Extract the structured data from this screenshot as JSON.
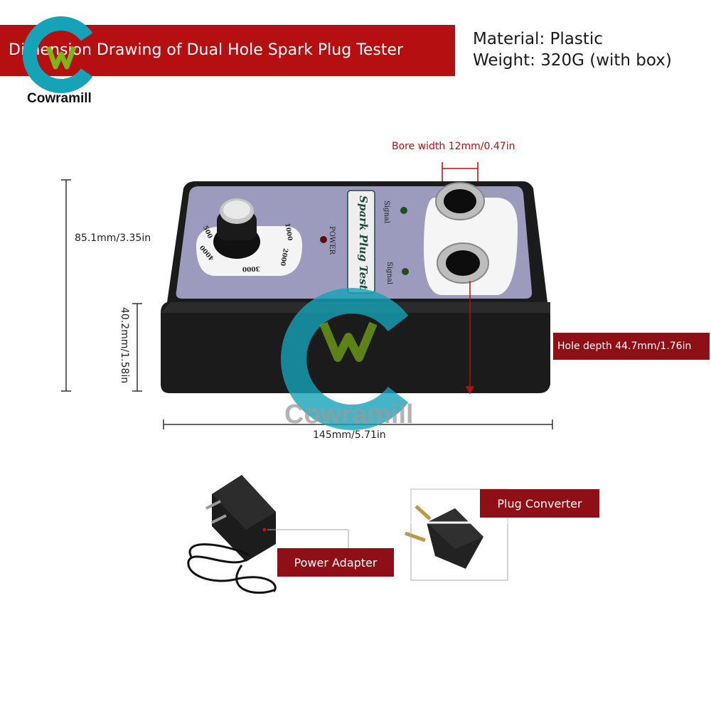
{
  "header": {
    "title": "Dimension Drawing of Dual Hole Spark Plug Tester",
    "material": "Material: Plastic",
    "weight": "Weight: 320G (with box)"
  },
  "brand": {
    "name": "Cowramill",
    "watermark": "Cowramill"
  },
  "device": {
    "label": "Spark Plug Tester",
    "power_label": "POWER",
    "signal_label_1": "Signal",
    "signal_label_2": "Signal",
    "dial_marks": [
      "500",
      "1000",
      "2000",
      "3000",
      "4000"
    ]
  },
  "dimensions": {
    "bore_width": "Bore width 12mm/0.47in",
    "height_total": "85.1mm/3.35in",
    "height_body": "40.2mm/1.58in",
    "hole_depth": "Hole depth 44.7mm/1.76in",
    "length": "145mm/5.71in"
  },
  "accessories": {
    "power_adapter": "Power Adapter",
    "plug_converter": "Plug Converter"
  },
  "colors": {
    "banner": "#b50f12",
    "label_box": "#8f0f16",
    "logo_teal": "#16a3b8",
    "logo_green": "#7cb518",
    "device_body": "#1b1b1b",
    "panel": "#9c9bbd"
  }
}
